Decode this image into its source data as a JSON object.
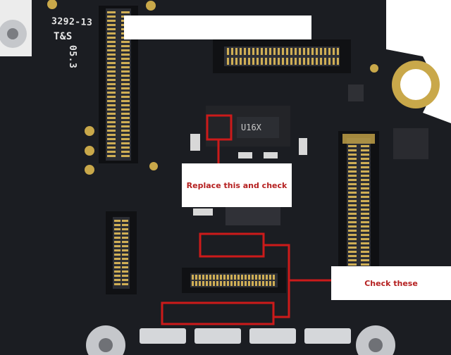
{
  "photo": {
    "subject": "Logic board close-up with annotated components",
    "colors": {
      "board": "#1b1d22",
      "board_edge": "#2a2c31",
      "gold": "#c9a84a",
      "connector_pin": "#cfae55",
      "shield_metal": "#c5c7cb",
      "annotation_red": "#cc1a1a",
      "callout_bg": "#ffffff",
      "callout_text": "#b52020"
    },
    "silkscreen": {
      "part_code": "3292-13",
      "brand_fragment": "T&S",
      "revision": "05.3",
      "chip_marking": "U16X"
    }
  },
  "annotations": {
    "replace_label": "Replace this and check",
    "check_label": "Check these"
  }
}
